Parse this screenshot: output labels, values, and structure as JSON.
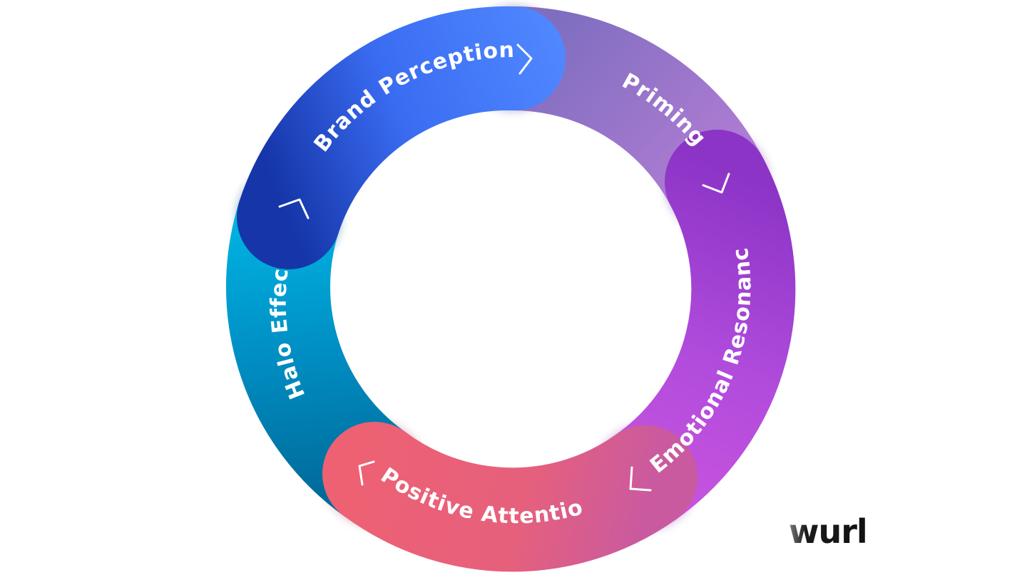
{
  "segments": [
    {
      "id": "brand-perception",
      "label": "Brand Perception",
      "color_start": "#1e3fbf",
      "color_end": "#4f86ff"
    },
    {
      "id": "priming",
      "label": "Priming",
      "color_start": "#8a6cc4",
      "color_end": "#b77ed6"
    },
    {
      "id": "emotional-resonance",
      "label": "Emotional Resonance",
      "color_start": "#8a2ec8",
      "color_end": "#cf55de"
    },
    {
      "id": "positive-attention",
      "label": "Positive Attention",
      "color_start": "#ee6070",
      "color_end": "#d45c90"
    },
    {
      "id": "halo-effect",
      "label": "Halo Effect",
      "color_start": "#00b8e6",
      "color_end": "#006fa0"
    }
  ],
  "logo": {
    "text": "wurl"
  }
}
